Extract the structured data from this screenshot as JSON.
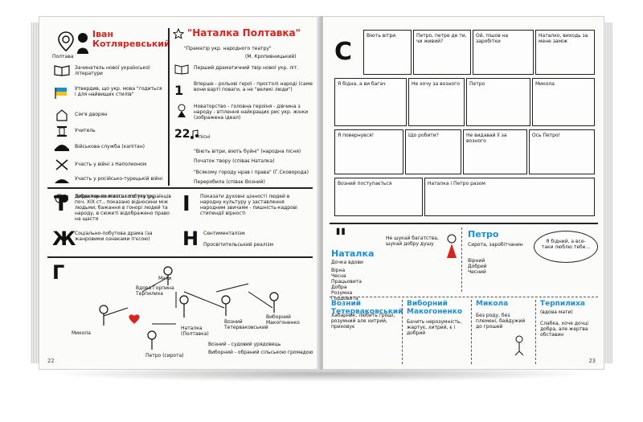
{
  "left_page": {
    "bio_header": {
      "location_label": "Полтава",
      "author_name": "Іван Котляревський"
    },
    "bio_items": [
      {
        "icon": "book-icon",
        "text": "Зачинатель нової української літератури"
      },
      {
        "icon": "flag-icon",
        "text": "Утвердив, що укр. мова \"годиться і для найвищих стилів\""
      },
      {
        "icon": "church-icon",
        "text": "Сім'я дворян"
      },
      {
        "icon": "pillar-icon",
        "text": "Учитель"
      },
      {
        "icon": "cap-icon",
        "text": "Військова служба (капітан)"
      },
      {
        "icon": "sword-icon",
        "text": "Участь у війні з Наполеоном"
      },
      {
        "icon": "bicorne-icon",
        "text": "Участь у російсько-турецькій війні"
      },
      {
        "icon": "theatre-icon",
        "text": "Директор полтавського театру"
      }
    ],
    "work": {
      "title": "\"Наталка Полтавка\"",
      "subtitle": "\"Праматір укр. народного театру\"",
      "subtitle_attr": "(М. Кропивницький)",
      "items": [
        {
          "text": "Перший драматичний твір нової укр. літ."
        },
        {
          "num": "1",
          "text": "Вперше - рольові герої - простолі народі (саме вони варті поваги, а не \"великі люди\")"
        },
        {
          "text": "Новаторство - головна героїня - дівчина з народу - втілення найкращих рис укр. жінки (зображена ідеал)"
        },
        {
          "num": "22",
          "text": "пісні"
        },
        {
          "text": "\"Віють вітри, віють буйні\" (народна пісня)"
        },
        {
          "text": "Початок твору (співає Наталка)"
        },
        {
          "text": "\"Всякому городу нрав і права\" (Г.Сковорода)"
        },
        {
          "text": "Переробила (співає Возний)"
        }
      ]
    },
    "sections": {
      "t_letter": "Т",
      "t_text": "Зображення життя і побуту українців поч. ХІХ ст., показано відносини між людьми; бажання в гонорі людей та народу, в сюжеті відображено право на щастя",
      "i_letter": "І",
      "i_text": "Показати духовні цінності людей в народну культуру у заставлення народним звичаям - пишність-кадрові стипендії вірності",
      "zh_letter": "Ж",
      "zh_text": "Соціально-побутова драма (за жанровими ознаками п'єсою)",
      "n_letter": "Н",
      "n_text_1": "Сентименталізм",
      "n_text_2": "Просвітительський реалізм",
      "g_letter": "Г"
    },
    "characters": [
      {
        "name": "Мати",
        "role": "Вдова Горпина Терпилиха"
      },
      {
        "name": "Микола"
      },
      {
        "name": "Наталка (Полтавка)"
      },
      {
        "name": "Возний Тетерваковський"
      },
      {
        "name": "Виборний Макогоненко"
      },
      {
        "name": "Петро (сирота)"
      }
    ],
    "legend": [
      "Возний - судовий урядовець",
      "Виборний - обраний сільською громадою"
    ],
    "page_number": "22"
  },
  "right_page": {
    "comic_letter": "С",
    "comic_captions": [
      "Віють вітри",
      "Петро, петре де ти, чи живий?",
      "Ой, пішов на заробітки",
      "Наталко, виходь за мене заміж",
      "Я бідна, а ви багач",
      "Не хочу за возного",
      "Петро",
      "Микола",
      "Я повернувся!",
      "Що робити?",
      "Не видавай її за возного",
      "Ось Петро!",
      "Возний поступається",
      "Наталка і Петро разом"
    ],
    "characters_section": {
      "quote_mark": "\"",
      "natalka": {
        "name": "Наталка",
        "subtitle": "Дочка вдови",
        "qualities": [
          "Вірна",
          "Чесна",
          "Працьовита",
          "Добра",
          "Розумна",
          "Гордовита"
        ]
      },
      "natalka_quote": "Не шукай багатства, шукай добру душу",
      "petro": {
        "name": "Петро",
        "subtitle": "Сирота, заробітчанин",
        "qualities": [
          "Вірний",
          "Добрий",
          "Чесний"
        ]
      },
      "petro_quote": "Я бідний, а все-таки люблю тебе...",
      "voznyi": {
        "name": "Возний Тетерваковський",
        "text": "Хабарник, любить гроші, розумний але хитрий, приховує"
      },
      "vybornyi": {
        "name": "Виборний Макогоненко",
        "text": "Бачить нерозумність, жартує, хитрий, є і добрий"
      },
      "mykola": {
        "name": "Микола",
        "text": "Без роду, без племені, байдужий до грошей"
      },
      "terpylykha": {
        "name": "Терпилиха",
        "subtitle": "(вдова мати)",
        "text": "Слабка, хоче дочці добра, але жертва обставин"
      }
    },
    "page_number": "23"
  },
  "colors": {
    "accent_red": "#d8231f",
    "accent_blue": "#1b8fd6",
    "ink": "#111111",
    "paper": "#fbfbfa"
  }
}
